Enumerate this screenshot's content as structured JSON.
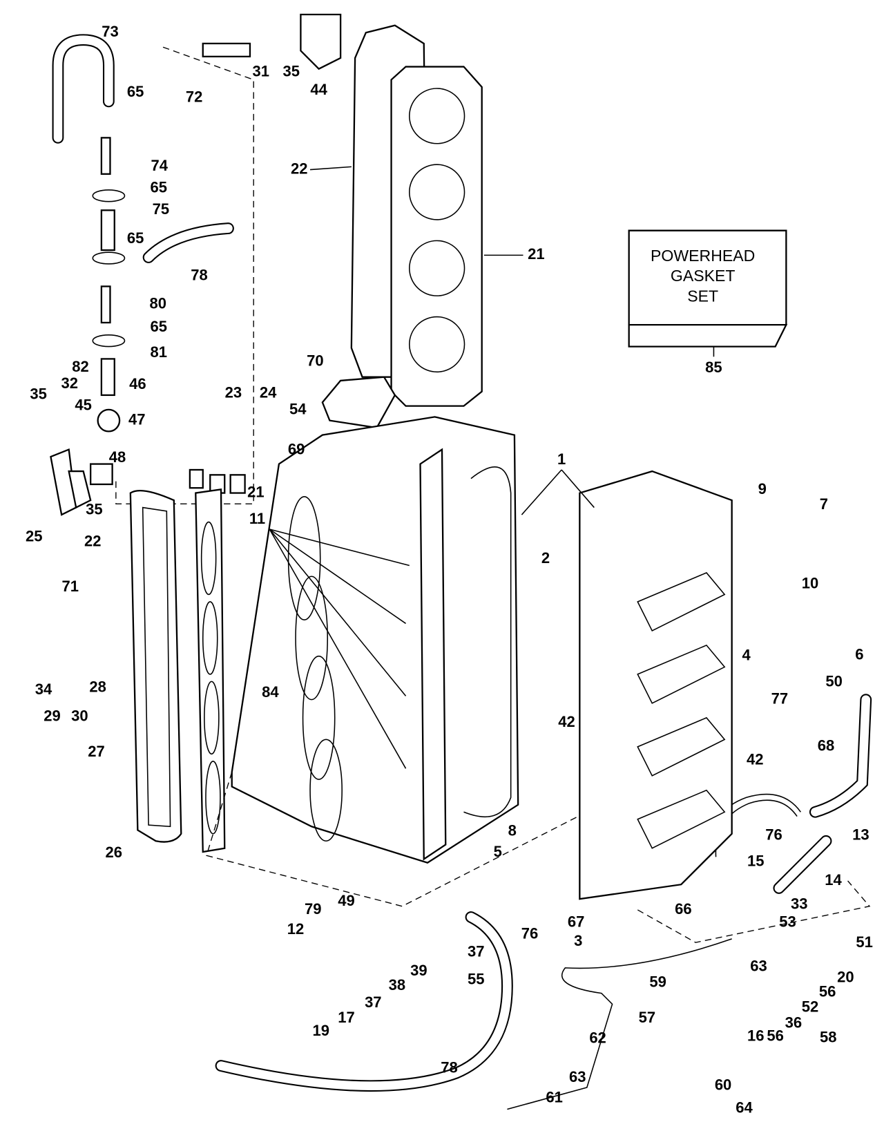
{
  "kit_box": {
    "lines": [
      "POWERHEAD",
      "GASKET",
      "SET"
    ],
    "callout": "85"
  },
  "callouts": [
    "73",
    "31",
    "35",
    "44",
    "65",
    "72",
    "74",
    "22",
    "65",
    "75",
    "65",
    "21",
    "78",
    "80",
    "65",
    "81",
    "82",
    "46",
    "70",
    "35",
    "32",
    "45",
    "23",
    "24",
    "54",
    "47",
    "48",
    "69",
    "1",
    "9",
    "7",
    "35",
    "21",
    "25",
    "22",
    "11",
    "2",
    "10",
    "71",
    "6",
    "4",
    "50",
    "34",
    "28",
    "29",
    "30",
    "84",
    "77",
    "42",
    "68",
    "27",
    "42",
    "26",
    "8",
    "76",
    "13",
    "5",
    "15",
    "14",
    "49",
    "76",
    "66",
    "33",
    "53",
    "79",
    "12",
    "67",
    "37",
    "3",
    "51",
    "63",
    "20",
    "39",
    "38",
    "55",
    "56",
    "59",
    "52",
    "37",
    "17",
    "19",
    "57",
    "36",
    "56",
    "62",
    "16",
    "58",
    "78",
    "63",
    "60",
    "61",
    "64"
  ]
}
